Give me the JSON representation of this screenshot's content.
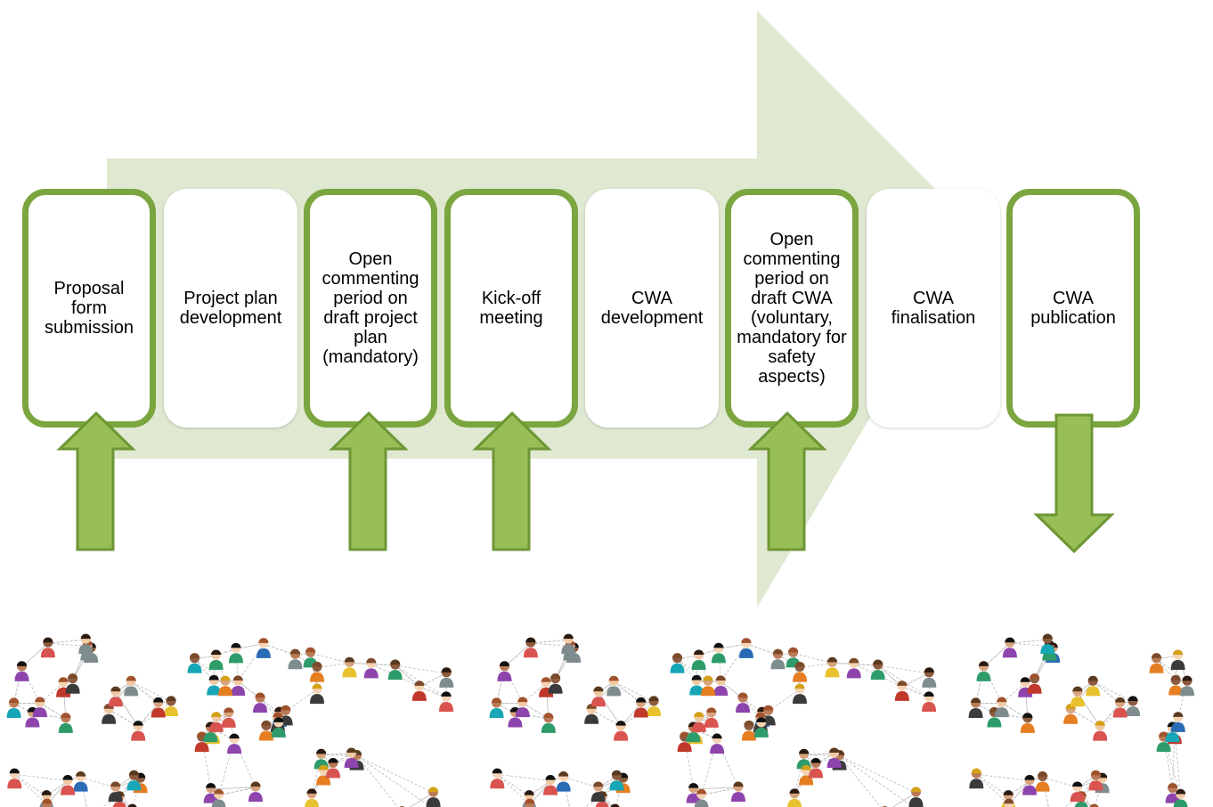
{
  "steps": [
    {
      "label": "Proposal form submission",
      "highlight": true
    },
    {
      "label": "Project plan development",
      "highlight": false
    },
    {
      "label": "Open commenting period on draft project plan (mandatory)",
      "highlight": true
    },
    {
      "label": "Kick-off meeting",
      "highlight": true
    },
    {
      "label": "CWA development",
      "highlight": false
    },
    {
      "label": "Open commenting period on draft CWA (voluntary, mandatory for safety aspects)",
      "highlight": true
    },
    {
      "label": "CWA finalisation",
      "highlight": false
    },
    {
      "label": "CWA publication",
      "highlight": true
    }
  ],
  "arrows": {
    "input_steps": [
      "Proposal form submission",
      "Open commenting period on draft project plan (mandatory)",
      "Kick-off meeting",
      "Open commenting period on draft CWA (voluntary, mandatory for safety aspects)"
    ],
    "output_steps": [
      "CWA publication"
    ]
  },
  "colors": {
    "process_arrow": "#dfe8d1",
    "highlight_border": "#7ba53f",
    "small_arrow_fill": "#98bf56",
    "small_arrow_stroke": "#6e9635"
  },
  "images": {
    "stakeholder_network": "people-network-illustration"
  }
}
